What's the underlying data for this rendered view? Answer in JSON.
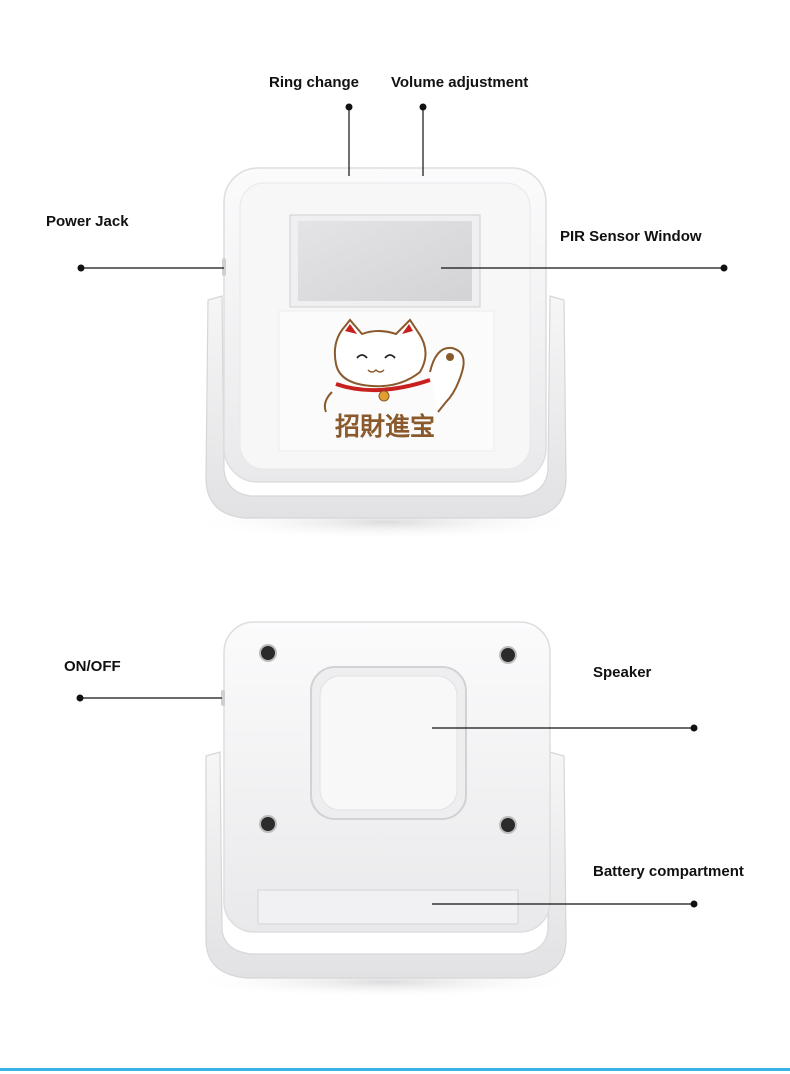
{
  "front": {
    "labels": {
      "ring_change": "Ring change",
      "volume_adjustment": "Volume adjustment",
      "power_jack": "Power Jack",
      "pir_sensor_window": "PIR Sensor Window"
    },
    "sticker_text": "招財進宝"
  },
  "back": {
    "labels": {
      "on_off": "ON/OFF",
      "speaker": "Speaker",
      "battery_compartment": "Battery compartment"
    }
  },
  "colors": {
    "body": "#f4f4f5",
    "shadow": "#dcdcde",
    "window": "#d9d9db",
    "callout": "#111111",
    "sticker_red": "#c8201f",
    "sticker_brown": "#8a5a2c",
    "accent_rule": "#3ab4e6"
  }
}
